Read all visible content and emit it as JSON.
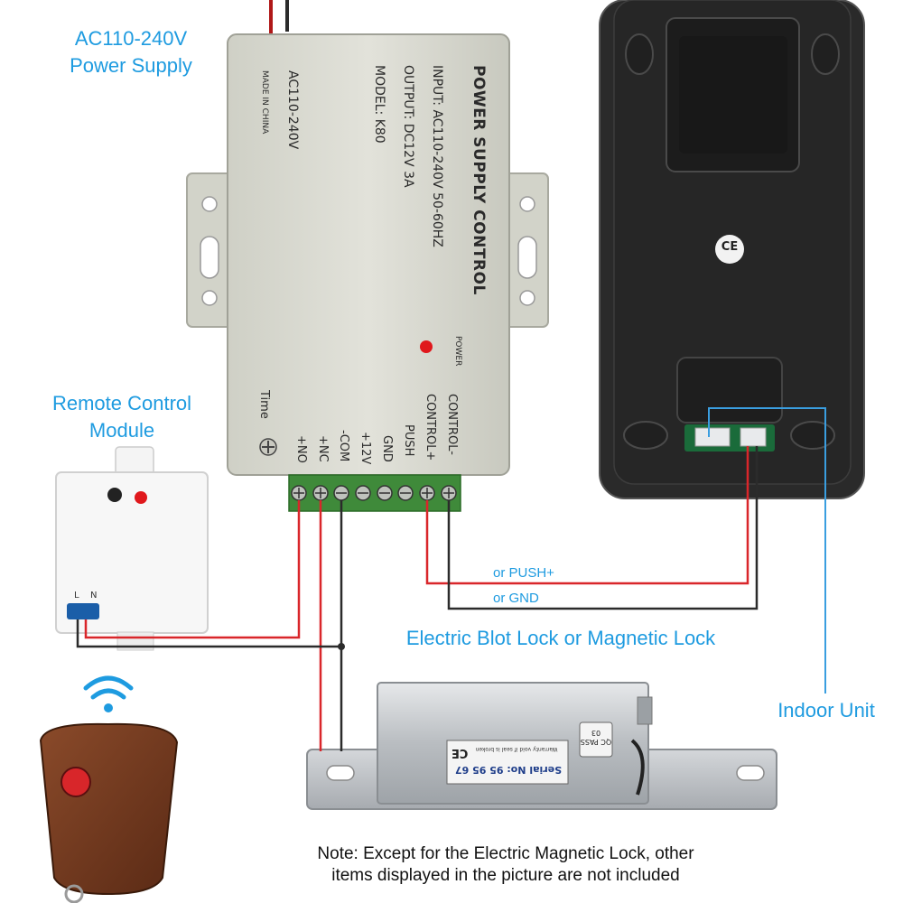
{
  "labels": {
    "power_supply_line1": "AC110-240V",
    "power_supply_line2": "Power Supply",
    "remote_module_line1": "Remote Control",
    "remote_module_line2": "Module",
    "lock": "Electric Blot Lock or Magnetic Lock",
    "indoor_unit": "Indoor Unit",
    "wire_push": "or PUSH+",
    "wire_gnd": "or GND"
  },
  "note": {
    "line1": "Note: Except for the Electric Magnetic Lock, other",
    "line2": "items displayed in the picture are not included"
  },
  "psu": {
    "title": "POWER SUPPLY CONTROL",
    "input": "INPUT: AC110-240V  50-60HZ",
    "output": "OUTPUT: DC12V  3A",
    "model": "MODEL: K80",
    "voltage": "AC110-240V",
    "made_in": "MADE IN CHINA",
    "power_led": "POWER",
    "time": "Time",
    "terminals": [
      "CONTROL-",
      "CONTROL+",
      "PUSH",
      "GND",
      "+12V",
      "-COM",
      "+NC",
      "+NO"
    ]
  },
  "remote_module": {
    "pin_l": "L",
    "pin_n": "N"
  },
  "lock": {
    "serial": "Serial No: 95 95 67",
    "pass": "QC PASS 03",
    "ce": "CE",
    "warranty": "Warranty void if seal is broken"
  },
  "indoor_unit": {
    "ce": "CE"
  },
  "colors": {
    "label_blue": "#1e9be0",
    "wire_red": "#d9262a",
    "wire_black": "#2b2b2b",
    "wire_blue": "#3a9ee0",
    "psu_body": "#d9d9cf",
    "terminal_green": "#3f8a3a",
    "led_red": "#e0181c"
  }
}
